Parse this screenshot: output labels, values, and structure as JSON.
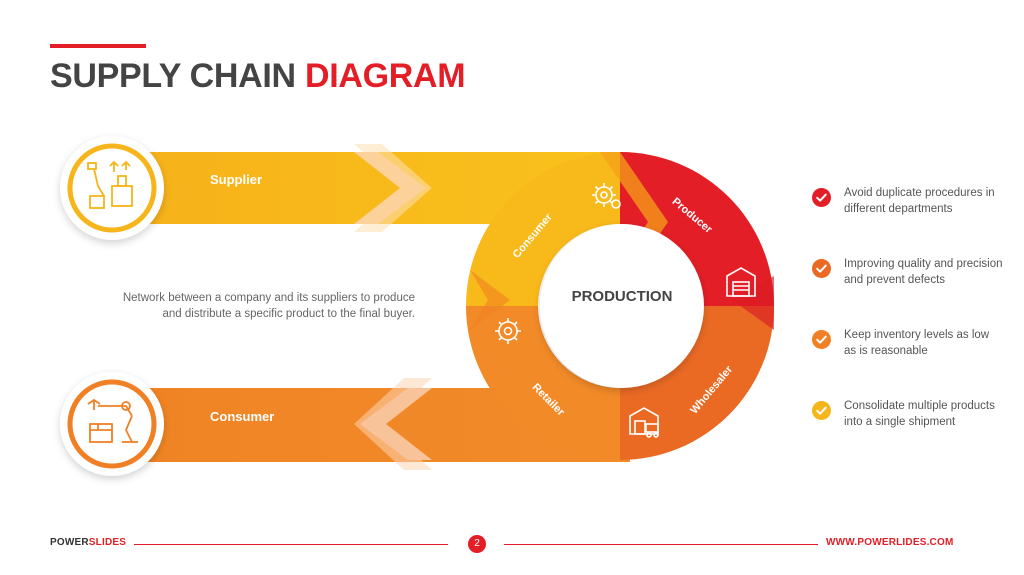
{
  "title": {
    "part1": "SUPPLY CHAIN",
    "part2": "DIAGRAM"
  },
  "colors": {
    "accent": "#e41e26",
    "yellow": "#f6b51a",
    "orange": "#f08023",
    "red": "#e41e26",
    "dark_orange": "#ea6a24"
  },
  "diagram": {
    "center_label": "PRODUCTION",
    "top_arrow_label": "Supplier",
    "bottom_arrow_label": "Consumer",
    "ring_labels": {
      "consumer": "Consumer",
      "producer": "Producer",
      "retailer": "Retailer",
      "wholesaler": "Wholesaler"
    },
    "icons": [
      "supplier-boxes-icon",
      "factory-robot-icon",
      "gear-icon",
      "warehouse-icon",
      "warehouse-truck-icon"
    ]
  },
  "description": "Network between a company and its suppliers to produce and distribute a specific product to the final buyer.",
  "benefits": [
    {
      "text": "Avoid duplicate procedures in different departments",
      "color": "#e41e26"
    },
    {
      "text": "Improving quality and precision and prevent defects",
      "color": "#ea6a24"
    },
    {
      "text": "Keep inventory levels as low as is reasonable",
      "color": "#f08023"
    },
    {
      "text": "Consolidate multiple products into a single shipment",
      "color": "#f6b51a"
    }
  ],
  "footer": {
    "brand_part1": "POWER",
    "brand_part2": "SLIDES",
    "page": "2",
    "url": "WWW.POWERLIDES.COM"
  }
}
